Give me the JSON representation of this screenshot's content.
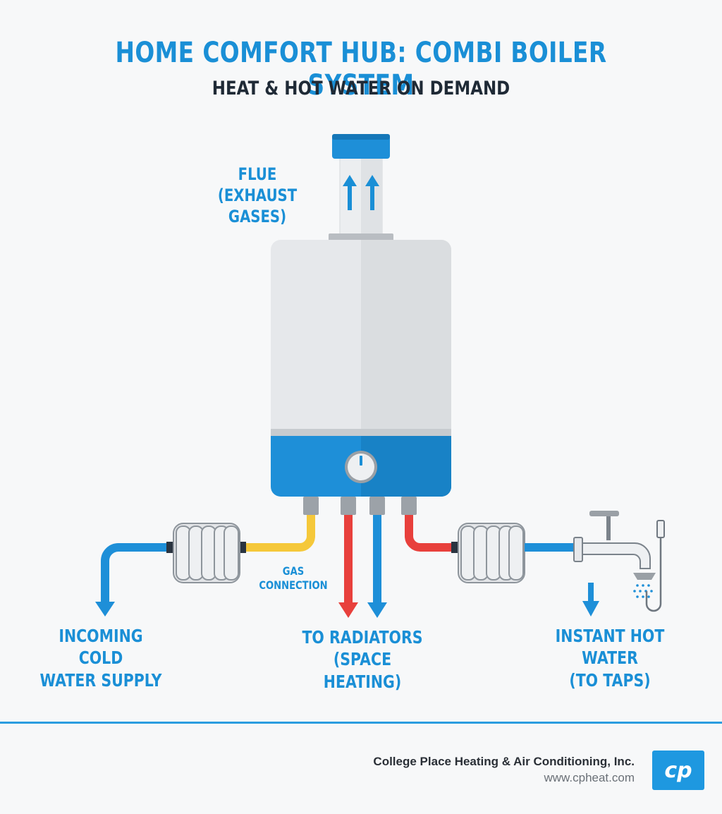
{
  "header": {
    "title": "HOME COMFORT HUB: COMBI BOILER SYSTEM",
    "subtitle": "HEAT & HOT WATER ON DEMAND"
  },
  "labels": {
    "flue_line1": "FLUE",
    "flue_line2": "(EXHAUST GASES)",
    "gas": "GAS CONNECTION",
    "cold_line1": "INCOMING COLD",
    "cold_line2": "WATER SUPPLY",
    "radiators_line1": "TO RADIATORS",
    "radiators_line2": "(SPACE HEATING)",
    "hot_line1": "INSTANT HOT WATER",
    "hot_line2": "(TO TAPS)"
  },
  "footer": {
    "company": "College Place Heating & Air Conditioning, Inc.",
    "url": "www.cpheat.com",
    "logo_text": "cp"
  },
  "colors": {
    "accent_blue": "#1a8fd6",
    "hot_red": "#e8403c",
    "gas_yellow": "#f5c83a",
    "boiler_body": "#e4e6e9",
    "boiler_base": "#1e8fd8"
  }
}
